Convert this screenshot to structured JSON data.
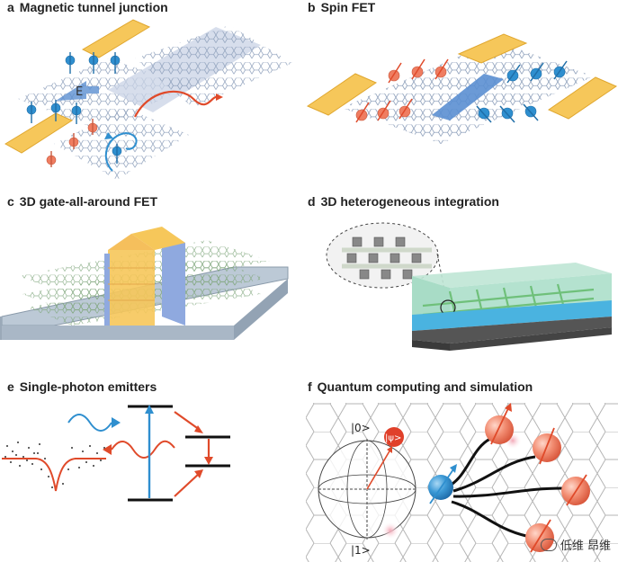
{
  "panels": [
    {
      "letter": "a",
      "title": "Magnetic tunnel junction",
      "label_E": "E"
    },
    {
      "letter": "b",
      "title": "Spin FET"
    },
    {
      "letter": "c",
      "title": "3D gate-all-around FET"
    },
    {
      "letter": "d",
      "title": "3D heterogeneous integration"
    },
    {
      "letter": "e",
      "title": "Single-photon emitters"
    },
    {
      "letter": "f",
      "title": "Quantum computing and simulation",
      "ket0": "|0>",
      "ket1": "|1>",
      "psi": "|ψ>"
    }
  ],
  "watermark": {
    "text": "低维 昂维",
    "icon": "chat-bubble-icon"
  },
  "colors": {
    "gold": "#f6c75a",
    "spin_blue": "#2f8fcf",
    "spin_red": "#ef7d61",
    "arrow_red": "#e04a2a",
    "graphene": "#8ea0bb"
  }
}
